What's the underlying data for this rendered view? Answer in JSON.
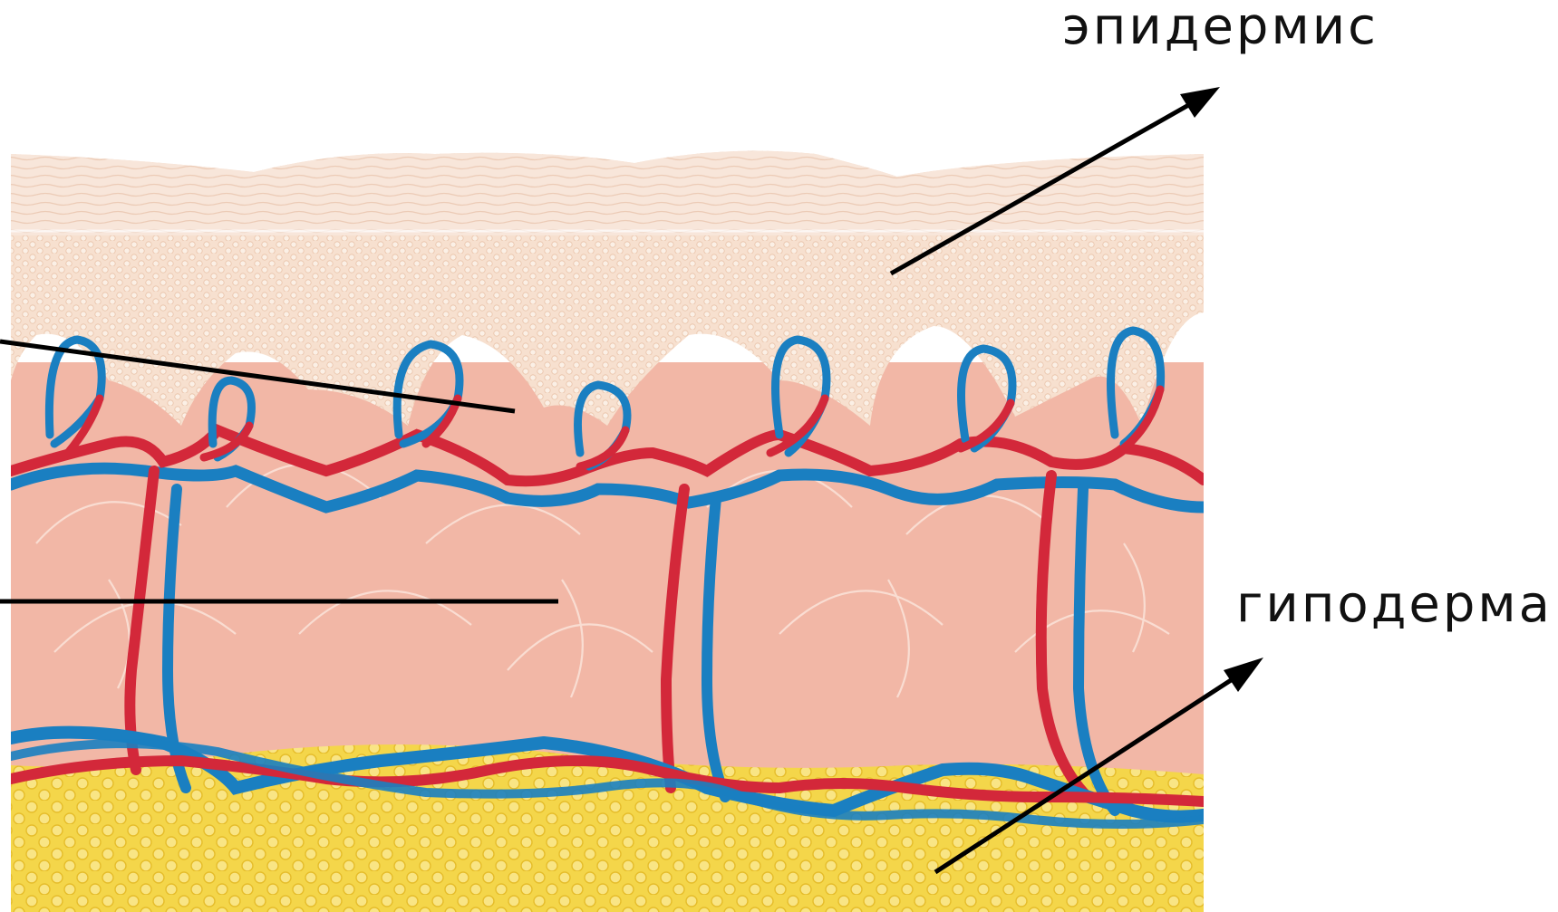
{
  "labels": {
    "epidermis": "эпидермис",
    "hypodermis": "гиподерма"
  },
  "colors": {
    "epidermis_pale": "#f8e8dc",
    "epidermis_cells": "#f6dcc8",
    "dermis": "#f2b7a6",
    "hypodermis_fat": "#f4d64a",
    "artery": "#d3283a",
    "vein": "#1a7fc1",
    "pointer": "#000000"
  },
  "icons": {
    "artery": "red-blood-vessel",
    "vein": "blue-blood-vessel"
  }
}
